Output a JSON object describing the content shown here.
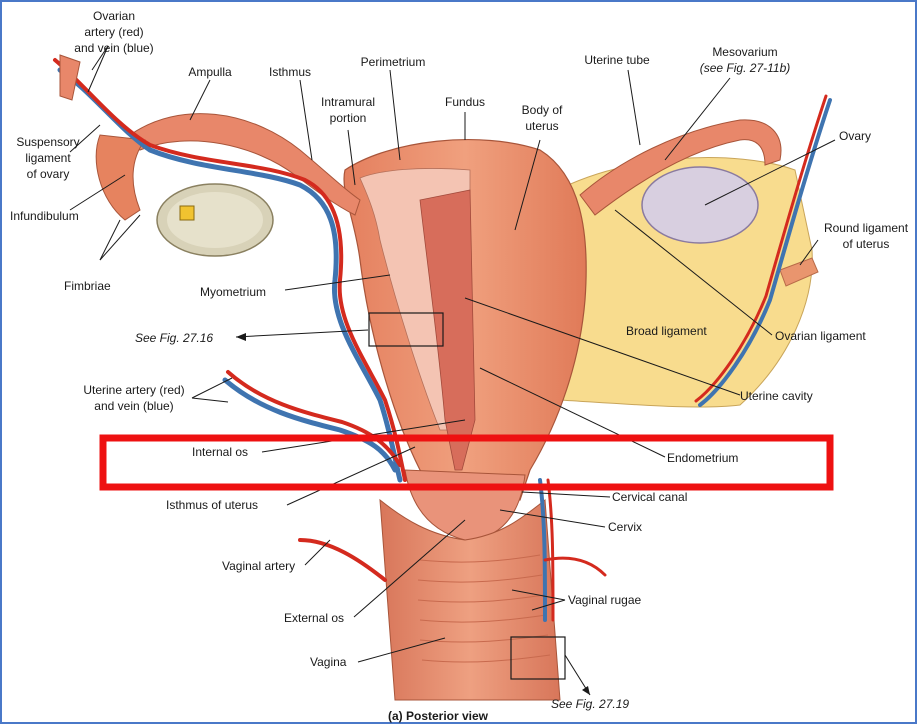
{
  "labels": {
    "ovarian_artery_1": "Ovarian",
    "ovarian_artery_2": "artery (red)",
    "ovarian_artery_3": "and vein (blue)",
    "ampulla": "Ampulla",
    "isthmus": "Isthmus",
    "perimetrium": "Perimetrium",
    "intramural_1": "Intramural",
    "intramural_2": "portion",
    "fundus": "Fundus",
    "body_1": "Body of",
    "body_2": "uterus",
    "uterine_tube": "Uterine tube",
    "mesovarium": "Mesovarium",
    "mesovarium_ref": "(see Fig. 27-11b)",
    "ovary": "Ovary",
    "suspensory_1": "Suspensory",
    "suspensory_2": "ligament",
    "suspensory_3": "of ovary",
    "infundibulum": "Infundibulum",
    "fimbriae": "Fimbriae",
    "round_ligament_1": "Round ligament",
    "round_ligament_2": "of uterus",
    "myometrium": "Myometrium",
    "see_fig_2716": "See Fig. 27.16",
    "broad_ligament": "Broad ligament",
    "ovarian_ligament": "Ovarian ligament",
    "uterine_artery_1": "Uterine artery (red)",
    "uterine_artery_2": "and vein (blue)",
    "uterine_cavity": "Uterine cavity",
    "internal_os": "Internal os",
    "endometrium": "Endometrium",
    "isthmus_uterus": "Isthmus of uterus",
    "cervical_canal": "Cervical canal",
    "cervix": "Cervix",
    "vaginal_artery": "Vaginal artery",
    "vaginal_rugae": "Vaginal rugae",
    "external_os": "External os",
    "vagina": "Vagina",
    "see_fig_2719": "See Fig. 27.19",
    "caption": "(a) Posterior view"
  },
  "colors": {
    "frame": "#4a78c8",
    "highlight": "#ee1111",
    "artery": "#d42a1e",
    "vein": "#3f74b0",
    "ligament": "#f8dc8e",
    "tissue": "#e8876a",
    "myometrium": "#f2b8a8",
    "cavity": "#d87060"
  }
}
